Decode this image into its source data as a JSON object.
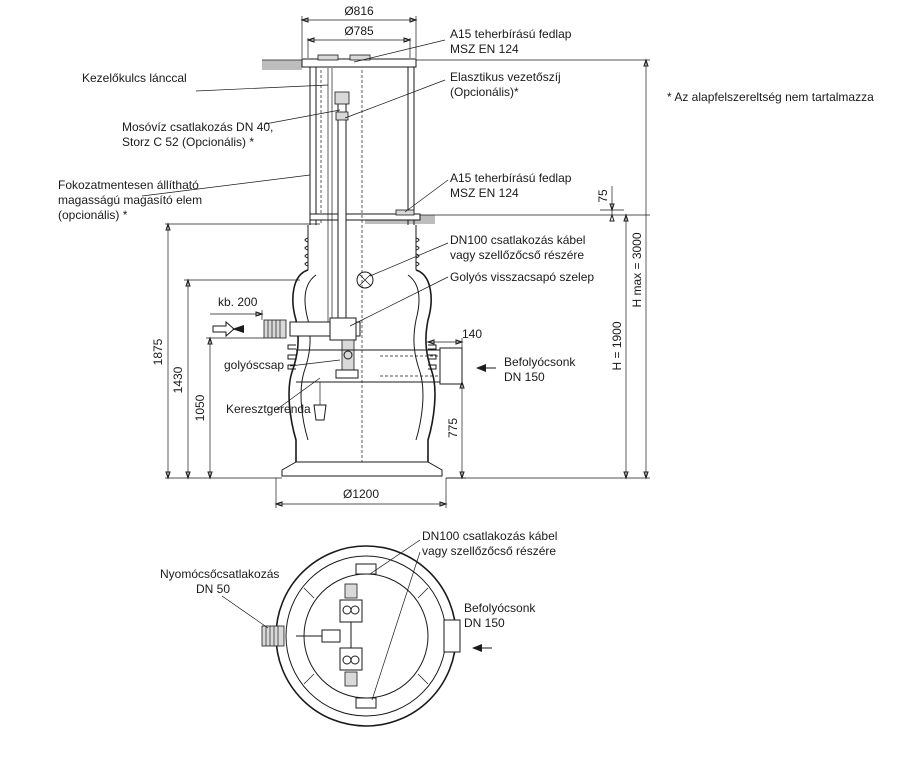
{
  "labels": {
    "kezelokulcs": "Kezelőkulcs lánccal",
    "moso_1": "Mosóvíz csatlakozás DN 40,",
    "moso_2": "Storz C 52  (Opcionális) *",
    "fokozat_1": "Fokozatmentesen állítható",
    "fokozat_2": "magasságú magasító elem",
    "fokozat_3": "(opcionális) *",
    "fedlap1_1": "A15 teherbírású fedlap",
    "fedlap1_2": "MSZ EN 124",
    "elasztikus_1": "Elasztikus vezetőszíj",
    "elasztikus_2": "(Opcionális)*",
    "alap_note": "* Az alapfelszereltség nem tartalmazza",
    "fedlap2_1": "A15 teherbírású fedlap",
    "fedlap2_2": "MSZ EN 124",
    "dn100_1": "DN100 csatlakozás kábel",
    "dn100_2": "vagy szellőzőcső részére",
    "golyos_szelep": "Golyós visszacsapó szelep",
    "golyoscsap": "golyóscsap",
    "keresztgerenda": "Keresztgerenda",
    "befolyo_1": "Befolyócsonk",
    "befolyo_2": "DN 150",
    "plan_dn100_1": "DN100 csatlakozás kábel",
    "plan_dn100_2": "vagy szellőzőcső részére",
    "nyomo_1": "Nyomócsőcsatlakozás",
    "nyomo_2": "DN 50",
    "plan_befolyo_1": "Befolyócsonk",
    "plan_befolyo_2": "DN 150"
  },
  "dimensions": {
    "d816": "Ø816",
    "d785": "Ø785",
    "d1200": "Ø1200",
    "kb200": "kb. 200",
    "d140": "140",
    "h1875": "1875",
    "h1430": "1430",
    "h1050": "1050",
    "h775": "775",
    "h75": "75",
    "h1900": "H = 1900",
    "hmax": "H max = 3000"
  }
}
